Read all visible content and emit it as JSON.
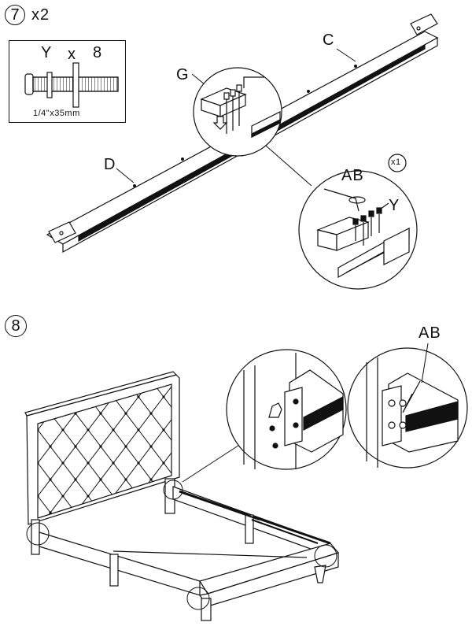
{
  "step7": {
    "number": "7",
    "multiplier": "x2",
    "hardware": {
      "code": "Y",
      "times": "x",
      "qty": "8",
      "size": "1/4\"x35mm"
    },
    "labels": {
      "C": "C",
      "D": "D",
      "G": "G",
      "AB": "AB",
      "Y": "Y",
      "x1": "x1"
    }
  },
  "step8": {
    "number": "8",
    "labels": {
      "AB": "AB"
    }
  },
  "colors": {
    "ink": "#111111",
    "paper": "#ffffff"
  },
  "icons": [
    "allen-key-icon",
    "bolt-icon",
    "down-arrow-icon",
    "rotate-arrow-icon"
  ]
}
